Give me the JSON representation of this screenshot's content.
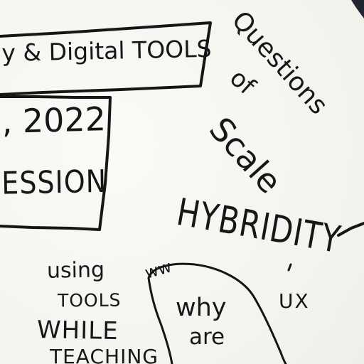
{
  "sketchnote": {
    "banner": "y & Digital TOOLS",
    "date": ", 2022",
    "session": "ESSION",
    "questions": "Questions",
    "of": "of",
    "scale": "Scale",
    "hybridity": "HYBRIDITY",
    "using": "using",
    "tools": "TOOLS",
    "while": "WHILE",
    "teaching": "TEACHING",
    "doodle_ww": "ww",
    "why": "why",
    "are": "are",
    "ux": "UX"
  }
}
